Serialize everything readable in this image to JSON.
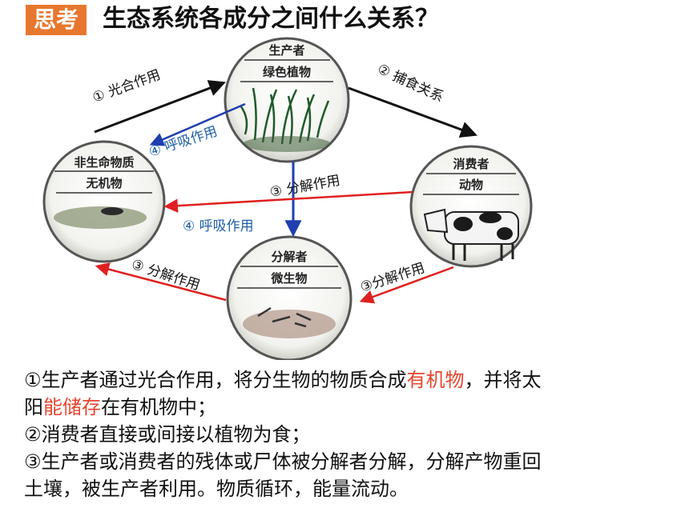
{
  "header": {
    "badge": "思考",
    "title": "生态系统各成分之间什么关系？"
  },
  "nodes": {
    "producer": {
      "line1": "生产者",
      "line2": "绿色植物"
    },
    "consumer": {
      "line1": "消费者",
      "line2": "动物"
    },
    "decomposer": {
      "line1": "分解者",
      "line2": "微生物"
    },
    "abiotic": {
      "line1": "非生命物质",
      "line2": "无机物"
    }
  },
  "arrows": {
    "photosynthesis": "① 光合作用",
    "predation": "② 捕食关系",
    "respiration_plant": "④ 呼吸作用",
    "decomposition_plant": "③ 分解作用",
    "respiration_animal": "④ 呼吸作用",
    "decomposition_to_abiotic": "③ 分解作用",
    "decomposition_animal": "③分解作用"
  },
  "body": {
    "line1_a": "①生产者通过光合作用，将分生物的物质合成",
    "line1_hl": "有机物",
    "line1_b": "，并将太",
    "line2_a": "阳",
    "line2_hl": "能储存",
    "line2_b": "在有机物中；",
    "line3": "②消费者直接或间接以植物为食；",
    "line4": "③生产者或消费者的残体或尸体被分解者分解，分解产物重回",
    "line5": "土壤，被生产者利用。物质循环，能量流动。"
  },
  "colors": {
    "badge": "#e8772e",
    "highlight": "#e8452e",
    "arrow_black": "#111111",
    "arrow_red": "#e02020",
    "arrow_blue": "#1f3fb0"
  }
}
